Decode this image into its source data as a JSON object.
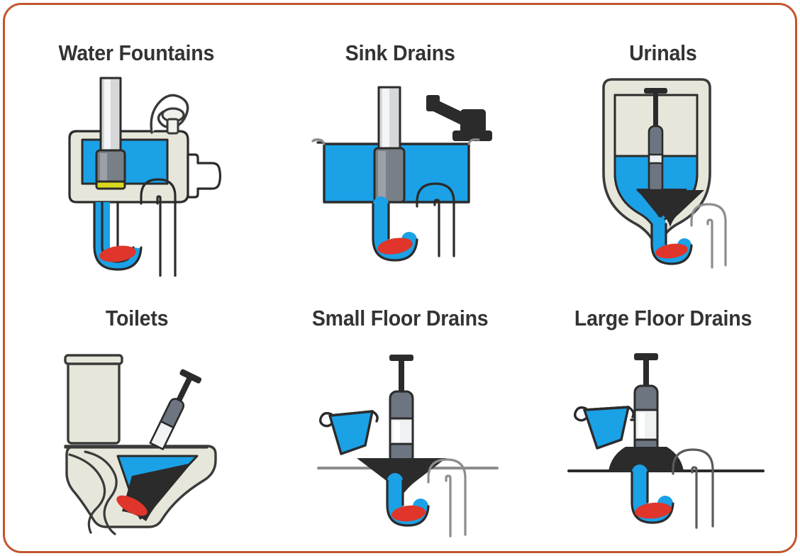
{
  "card": {
    "border_color": "#c3562f",
    "background": "#ffffff"
  },
  "palette": {
    "water_blue": "#1ba1e6",
    "fixture_cream": "#e7e6da",
    "probe_gray": "#6d7680",
    "probe_light": "#b9bcc0",
    "outline_dark": "#2b2b2b",
    "contamination_red": "#e0352b",
    "accent_yellow": "#d8d81e",
    "title_text": "#333333",
    "floor_line": "#8d8d8d",
    "pipe_white": "#ffffff"
  },
  "grid": {
    "columns": 3,
    "rows": 2
  },
  "cells": [
    {
      "id": "water-fountains",
      "title": "Water Fountains",
      "illustration": "water-fountain-illustration",
      "row": 1,
      "column": 1
    },
    {
      "id": "sink-drains",
      "title": "Sink Drains",
      "illustration": "sink-drain-illustration",
      "row": 1,
      "column": 2
    },
    {
      "id": "urinals",
      "title": "Urinals",
      "illustration": "urinal-illustration",
      "row": 1,
      "column": 3
    },
    {
      "id": "toilets",
      "title": "Toilets",
      "illustration": "toilet-illustration",
      "row": 2,
      "column": 1
    },
    {
      "id": "small-floor-drains",
      "title": "Small Floor Drains",
      "illustration": "small-floor-drain-illustration",
      "row": 2,
      "column": 2
    },
    {
      "id": "large-floor-drains",
      "title": "Large Floor Drains",
      "illustration": "large-floor-drain-illustration",
      "row": 2,
      "column": 3
    }
  ]
}
